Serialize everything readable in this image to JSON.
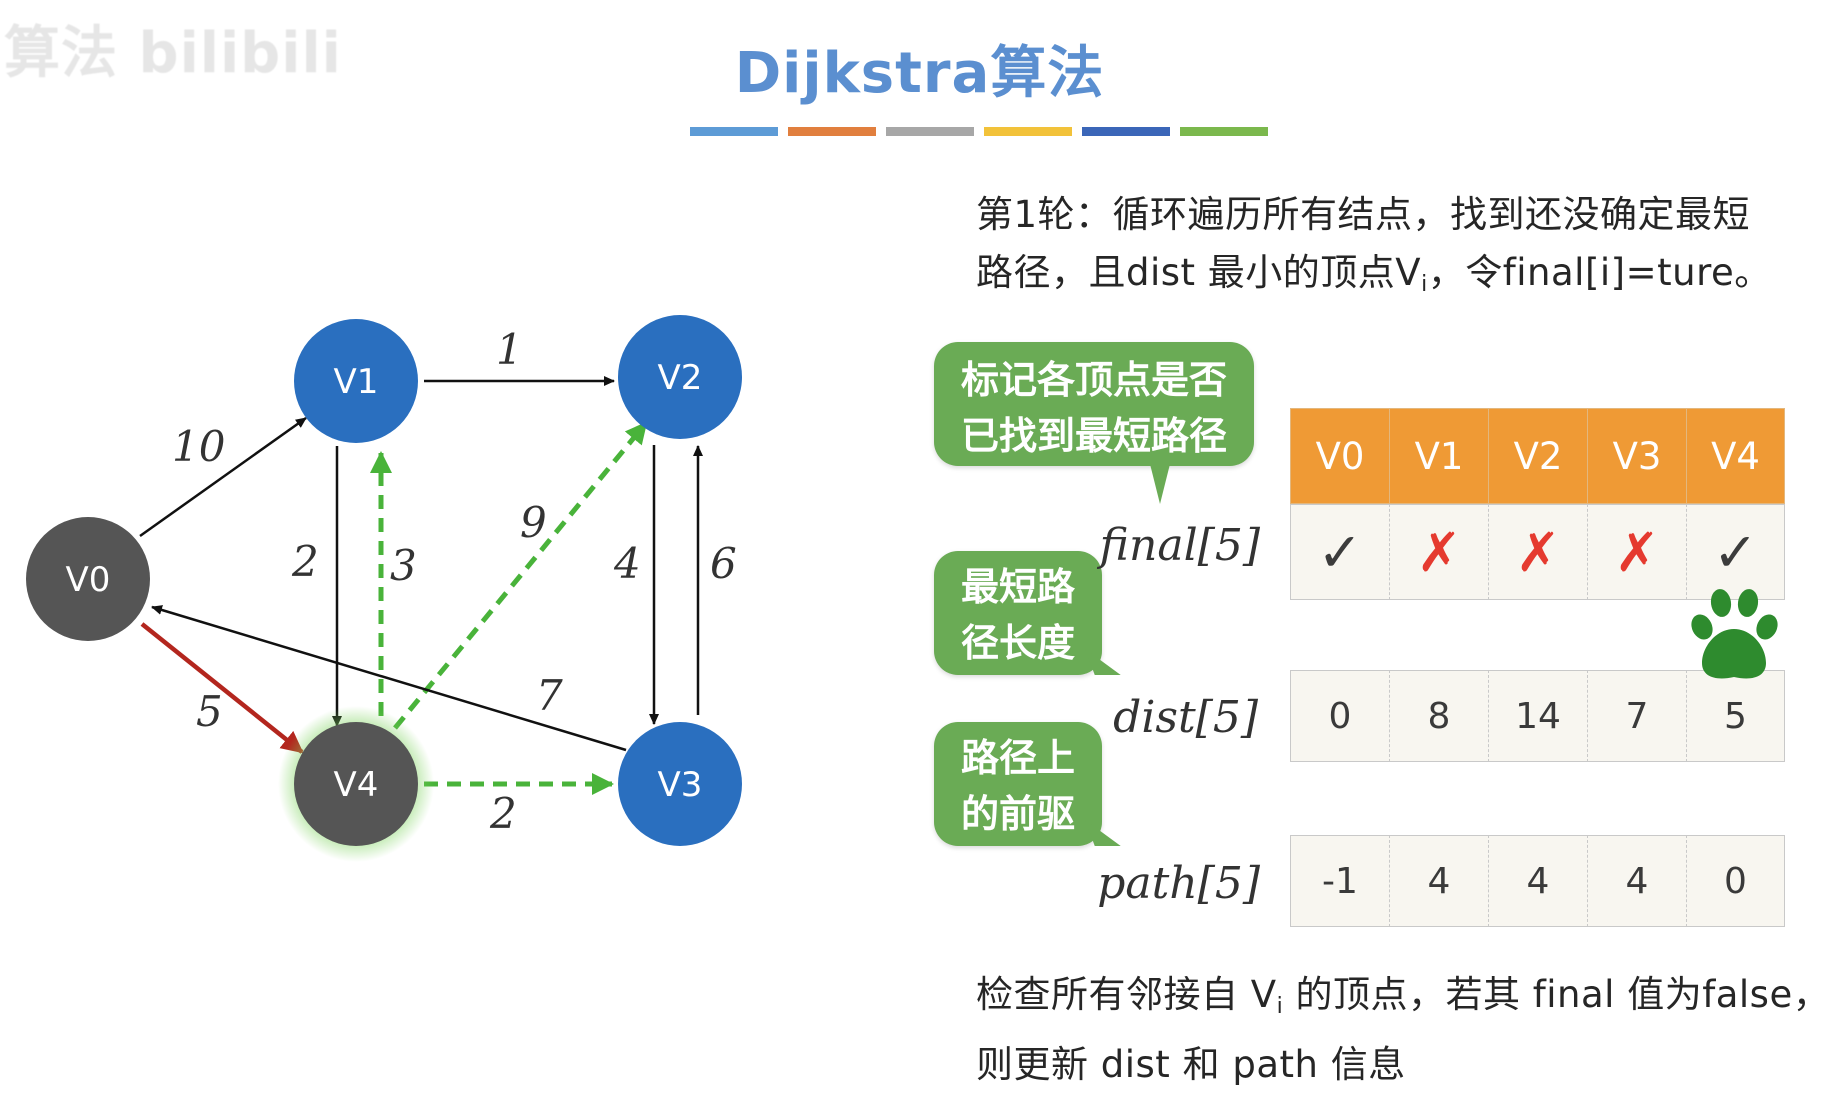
{
  "watermark": "算法 bilibili",
  "title": "Dijkstra算法",
  "color_bar": [
    "#5d9bd6",
    "#e17f3e",
    "#a7a7a7",
    "#f2c23a",
    "#3b66b8",
    "#7bb84d"
  ],
  "description": {
    "line1": "第1轮：循环遍历所有结点，找到还没确定最短",
    "line2_prefix": "路径，且dist 最小的顶点V",
    "line2_sub": "i",
    "line2_suffix": "，令final[i]=ture。"
  },
  "callouts": {
    "final_line1": "标记各顶点是否",
    "final_line2": "已找到最短路径",
    "dist_line1": "最短路",
    "dist_line2": "径长度",
    "path_line1": "路径上",
    "path_line2": "的前驱"
  },
  "arrays": {
    "final_label": "final[5]",
    "dist_label": "dist[5]",
    "path_label": "path[5]",
    "headers": [
      "V0",
      "V1",
      "V2",
      "V3",
      "V4"
    ],
    "final": [
      "✓",
      "✗",
      "✗",
      "✗",
      "✓"
    ],
    "dist": [
      "0",
      "8",
      "14",
      "7",
      "5"
    ],
    "path": [
      "-1",
      "4",
      "4",
      "4",
      "0"
    ]
  },
  "footer": {
    "line1_prefix": "检查所有邻接自 V",
    "line1_sub": "i",
    "line1_suffix": " 的顶点，若其 final 值为false，",
    "line2": "则更新 dist 和 path 信息"
  },
  "graph": {
    "nodes": [
      {
        "id": "V0",
        "label": "V0",
        "color": "#555555"
      },
      {
        "id": "V1",
        "label": "V1",
        "color": "#2a6fbf"
      },
      {
        "id": "V2",
        "label": "V2",
        "color": "#2a6fbf"
      },
      {
        "id": "V3",
        "label": "V3",
        "color": "#2a6fbf"
      },
      {
        "id": "V4",
        "label": "V4",
        "color": "#555555",
        "highlight": true
      }
    ],
    "edges": [
      {
        "from": "V0",
        "to": "V1",
        "weight": "10",
        "style": "solid"
      },
      {
        "from": "V1",
        "to": "V2",
        "weight": "1",
        "style": "solid"
      },
      {
        "from": "V1",
        "to": "V4",
        "weight": "2",
        "style": "solid"
      },
      {
        "from": "V4",
        "to": "V1",
        "weight": "3",
        "style": "dashed-green"
      },
      {
        "from": "V4",
        "to": "V2",
        "weight": "9",
        "style": "dashed-green"
      },
      {
        "from": "V2",
        "to": "V3",
        "weight": "4",
        "style": "solid"
      },
      {
        "from": "V3",
        "to": "V2",
        "weight": "6",
        "style": "solid"
      },
      {
        "from": "V3",
        "to": "V0",
        "weight": "7",
        "style": "solid"
      },
      {
        "from": "V0",
        "to": "V4",
        "weight": "5",
        "style": "red"
      },
      {
        "from": "V4",
        "to": "V3",
        "weight": "2",
        "style": "dashed-green"
      }
    ]
  }
}
